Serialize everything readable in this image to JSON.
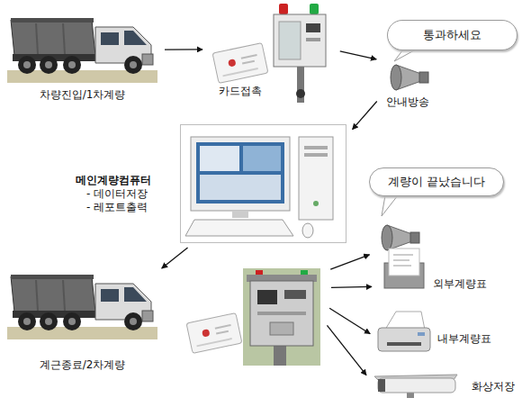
{
  "diagram": {
    "nodes": [
      {
        "text": [
          "차량진입/1차계량"
        ]
      },
      {
        "text": [
          "카드접촉"
        ]
      },
      {
        "text": []
      },
      {
        "text": [
          "통과하세요"
        ]
      },
      {
        "text": [
          "안내방송"
        ]
      },
      {
        "text": [
          "메인계량컴퓨터",
          "- 데이터저장",
          "- 레포트출력"
        ]
      },
      {
        "text": [
          "계량이 끝났습니다"
        ]
      },
      {
        "text": [
          "계근종료/2차계량"
        ]
      },
      {
        "text": []
      },
      {
        "text": []
      },
      {
        "text": [
          "외부계량표"
        ]
      },
      {
        "text": [
          "내부계량표"
        ]
      },
      {
        "text": [
          "화상저장"
        ]
      }
    ],
    "edges": [
      {
        "from": 0,
        "to": 1,
        "arrow": "to"
      },
      {
        "from": 2,
        "to": 4,
        "arrow": "to"
      },
      {
        "from": 4,
        "to": 5,
        "arrow": "to"
      },
      {
        "from": 5,
        "to": 7,
        "arrow": "to"
      },
      {
        "from": 8,
        "to": 9,
        "arrow": "to"
      },
      {
        "from": 8,
        "to": 10,
        "arrow": "to"
      },
      {
        "from": 8,
        "to": 11,
        "arrow": "to"
      },
      {
        "from": 8,
        "to": 12,
        "arrow": "to"
      }
    ]
  }
}
